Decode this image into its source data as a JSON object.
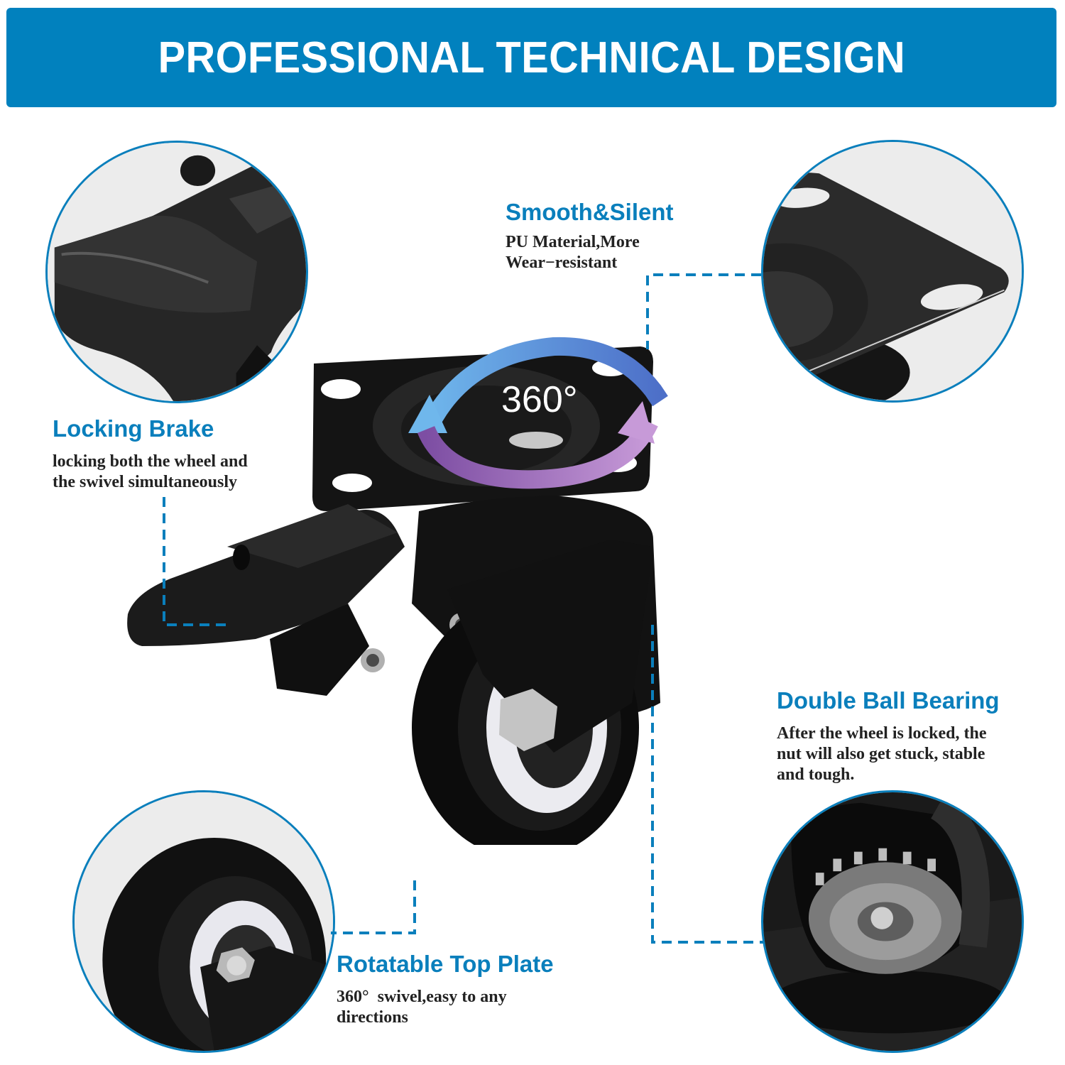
{
  "banner": {
    "title": "PROFESSIONAL TECHNICAL DESIGN",
    "color": "#0181be"
  },
  "features": {
    "smooth_silent": {
      "title": "Smooth&Silent",
      "desc_line1": "PU Material,More",
      "desc_line2": "Wear−resistant"
    },
    "locking_brake": {
      "title": "Locking Brake",
      "desc_line1": "locking both the wheel and",
      "desc_line2": "the swivel simultaneously"
    },
    "double_ball_bearing": {
      "title": "Double Ball Bearing",
      "desc_line1": "After the wheel is locked, the",
      "desc_line2": "nut will also get stuck, stable",
      "desc_line3": "and tough."
    },
    "rotatable_top_plate": {
      "title": "Rotatable Top Plate",
      "desc_line1": "360°  swivel,easy to any",
      "desc_line2": "directions"
    }
  },
  "product": {
    "rotation_label": "360°"
  },
  "colors": {
    "accent": "#0a7fbc",
    "text": "#222222",
    "arrow_blue": "#5a8fd8",
    "arrow_purple": "#9b62b8"
  }
}
